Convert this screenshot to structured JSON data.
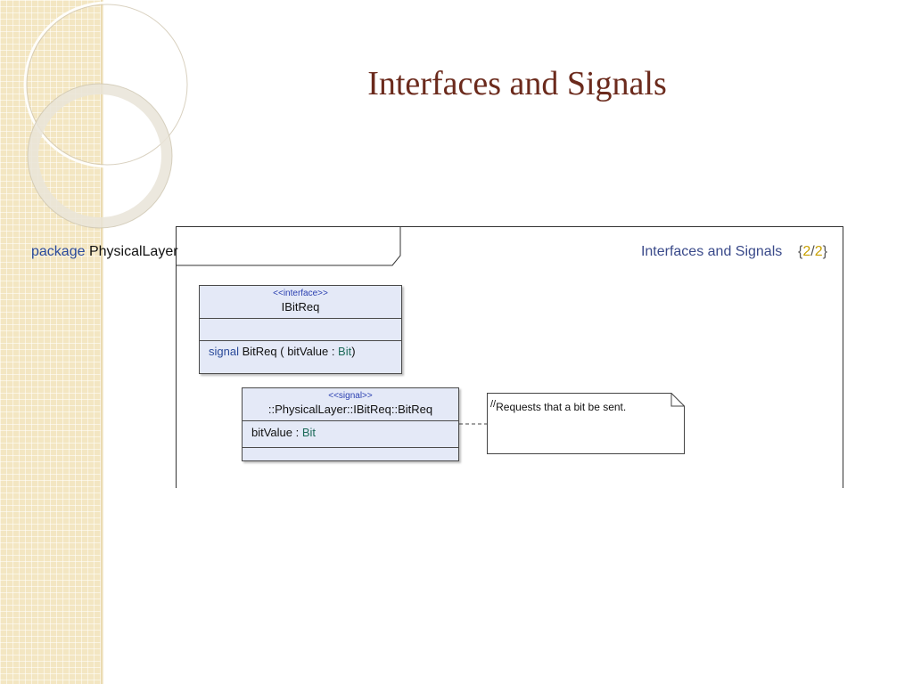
{
  "slide": {
    "title": "Interfaces and Signals"
  },
  "frame": {
    "keyword": "package",
    "name": "PhysicalLayer",
    "diagram_name": "Interfaces and Signals",
    "brace_open": "{",
    "page": "2",
    "separator": "/",
    "total": "2",
    "brace_close": "}"
  },
  "interface_box": {
    "stereotype": "<<interface>>",
    "name": "IBitReq",
    "operation": {
      "keyword": "signal",
      "name": "BitReq",
      "open": " ( ",
      "param": "bitValue",
      "sep": " : ",
      "type": "Bit",
      "close": ")"
    }
  },
  "signal_box": {
    "stereotype": "<<signal>>",
    "name": "::PhysicalLayer::IBitReq::BitReq",
    "attribute": {
      "name": "bitValue",
      "sep": " : ",
      "type": "Bit"
    }
  },
  "note": {
    "marker": "//",
    "text": "Requests that a bit be sent."
  },
  "colors": {
    "title": "#6b2a1c",
    "keyword": "#2a4a9a",
    "type": "#1d6b5a",
    "class_fill": "#e4e9f7",
    "band": "#f3e6c2"
  }
}
